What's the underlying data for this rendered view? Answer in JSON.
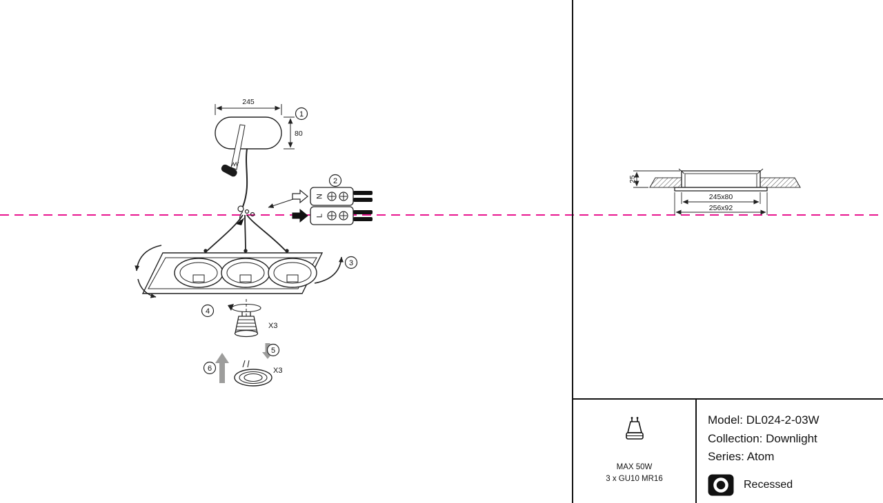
{
  "colors": {
    "axis_pink": "#e8148e",
    "line_black": "#111111"
  },
  "diagram": {
    "step1": {
      "number": "1",
      "width_dim": "245",
      "height_dim": "80"
    },
    "step2": {
      "number": "2",
      "terminal_n": "N",
      "terminal_l": "L"
    },
    "step3": {
      "number": "3"
    },
    "step4": {
      "number": "4",
      "qty": "X3"
    },
    "step5": {
      "number": "5",
      "qty": "X3"
    },
    "step6": {
      "number": "6"
    }
  },
  "section": {
    "depth": "25",
    "cutout": "245x80",
    "overall": "256x92"
  },
  "spec": {
    "max_power": "MAX 50W",
    "lamp": "3 x GU10 MR16"
  },
  "product": {
    "model": "Model: DL024-2-03W",
    "collection": "Collection: Downlight",
    "series": "Series: Atom",
    "mount_type": "Recessed"
  }
}
